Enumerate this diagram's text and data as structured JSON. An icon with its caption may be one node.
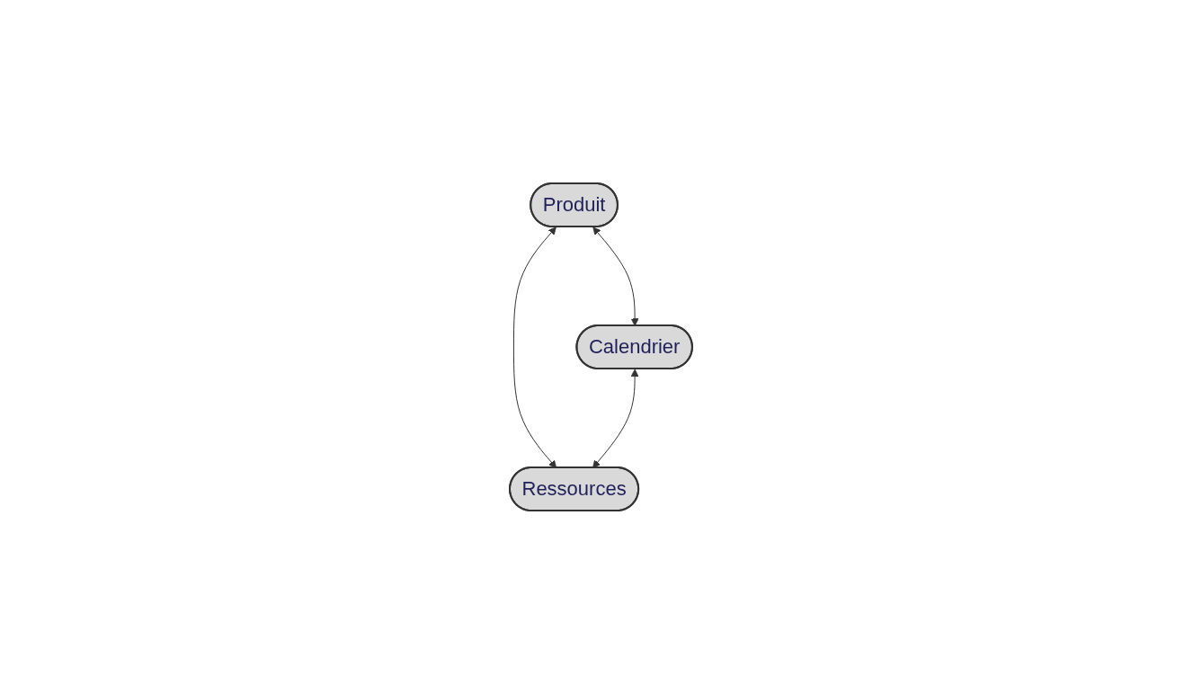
{
  "diagram": {
    "nodes": [
      {
        "text": [
          "Produit"
        ]
      },
      {
        "text": [
          "Calendrier"
        ]
      },
      {
        "text": [
          "Ressources"
        ]
      }
    ],
    "edges": [
      {
        "from": 0,
        "to": 1,
        "arrow": "both"
      },
      {
        "from": 0,
        "to": 2,
        "arrow": "both"
      },
      {
        "from": 1,
        "to": 2,
        "arrow": "both"
      }
    ]
  }
}
